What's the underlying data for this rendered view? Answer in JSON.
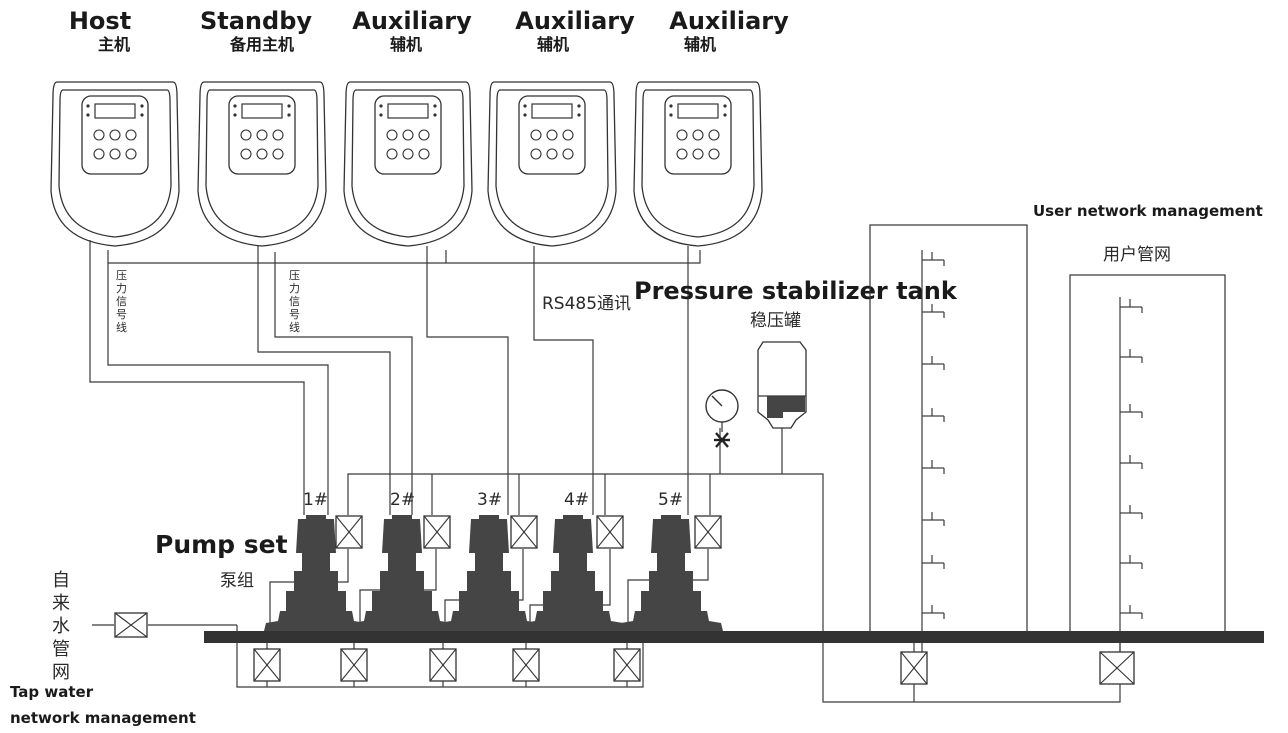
{
  "controllers": [
    {
      "title_en": "Host",
      "title_cn": "主机"
    },
    {
      "title_en": "Standby",
      "title_cn": "备用主机"
    },
    {
      "title_en": "Auxiliary",
      "title_cn": "辅机"
    },
    {
      "title_en": "Auxiliary",
      "title_cn": "辅机"
    },
    {
      "title_en": "Auxiliary",
      "title_cn": "辅机"
    }
  ],
  "signal_label_1": [
    "压",
    "力",
    "信",
    "号",
    "线"
  ],
  "signal_label_2": [
    "压",
    "力",
    "信",
    "号",
    "线"
  ],
  "rs485_label": "RS485通讯",
  "tank": {
    "title_en": "Pressure stabilizer tank",
    "title_cn": "稳压罐"
  },
  "user_network": {
    "title_en": "User network management",
    "title_cn": "用户管网"
  },
  "pump_set": {
    "title_en": "Pump set",
    "title_cn": "泵组"
  },
  "pump_numbers": [
    "1#",
    "2#",
    "3#",
    "4#",
    "5#"
  ],
  "tap_water": {
    "title_cn": [
      "自",
      "来",
      "水",
      "管",
      "网"
    ],
    "title_en_line1": "Tap water",
    "title_en_line2": "network management"
  },
  "icons": [
    "controller-icon",
    "pressure-gauge-icon",
    "valve-icon",
    "pump-icon",
    "pressure-tank-icon"
  ]
}
